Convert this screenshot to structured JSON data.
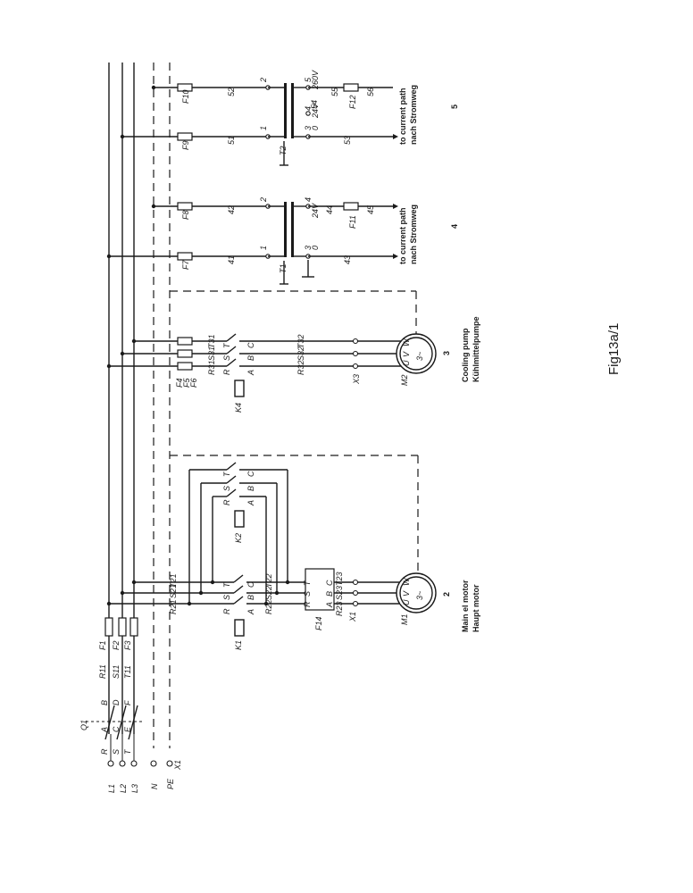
{
  "labels": {
    "feed": [
      "L1",
      "L2",
      "L3",
      "N",
      "PE",
      "X1"
    ],
    "q1": "Q1",
    "q1_contacts": [
      "R",
      "A",
      "B",
      "S",
      "C",
      "D",
      "T",
      "E",
      "F"
    ],
    "main_fuses": [
      "F1",
      "F2",
      "F3"
    ],
    "main_fuse_wires": [
      "R11",
      "S11",
      "T11"
    ],
    "bus_wires": [
      "R21",
      "S21",
      "T21"
    ],
    "k1": "K1",
    "k2": "K2",
    "k4": "K4",
    "f14": "F14",
    "x1_term": "X1",
    "m1": "M1",
    "m1_winding": [
      "U",
      "V",
      "W",
      "3~"
    ],
    "m1_wires": [
      "R22",
      "S22",
      "T22"
    ],
    "k_contacts": [
      "R",
      "S",
      "T",
      "A",
      "B",
      "C"
    ],
    "k2_contacts": [
      "R",
      "S",
      "T",
      "A",
      "B",
      "C"
    ],
    "f14_contacts": [
      "R",
      "S",
      "T",
      "A",
      "B",
      "C"
    ],
    "m1_out_wires": [
      "R23",
      "S23",
      "T23"
    ],
    "main_motor_en": "Main el motor",
    "main_motor_de": "Haupt motor",
    "col_2": "2",
    "pump_fuses": [
      "F4",
      "F5",
      "F6"
    ],
    "pump_wires_in": [
      "R31",
      "S31",
      "T31"
    ],
    "pump_wires_out": [
      "R32",
      "S32",
      "T32"
    ],
    "k4_contacts": [
      "R",
      "S",
      "T",
      "A",
      "B",
      "C"
    ],
    "x3_term": "X3",
    "m2": "M2",
    "m2_winding": [
      "U",
      "V",
      "W",
      "3~"
    ],
    "pump_en": "Cooling pump",
    "pump_de": "Kühlmittelpumpe",
    "col_3": "3",
    "f7": "F7",
    "f8": "F8",
    "f9": "F9",
    "f10": "F10",
    "f11": "F11",
    "f12": "F12",
    "t1": "T1",
    "t2": "T2",
    "t1_wires": [
      "41",
      "42",
      "43",
      "44",
      "45"
    ],
    "t1_pins": [
      "1",
      "2",
      "3",
      "0",
      "4",
      "24V"
    ],
    "t2_wires": [
      "51",
      "52",
      "53",
      "54",
      "55",
      "56"
    ],
    "t2_pins": [
      "1",
      "2",
      "3",
      "0",
      "4",
      "24V",
      "5",
      "260V"
    ],
    "to_path_en": "to current path",
    "to_path_de": "nach Stromweg",
    "col_4": "4",
    "col_5": "5",
    "fig": "Fig13a/1"
  },
  "colors": {
    "ink": "#1a1a1a",
    "paper": "#ffffff"
  }
}
